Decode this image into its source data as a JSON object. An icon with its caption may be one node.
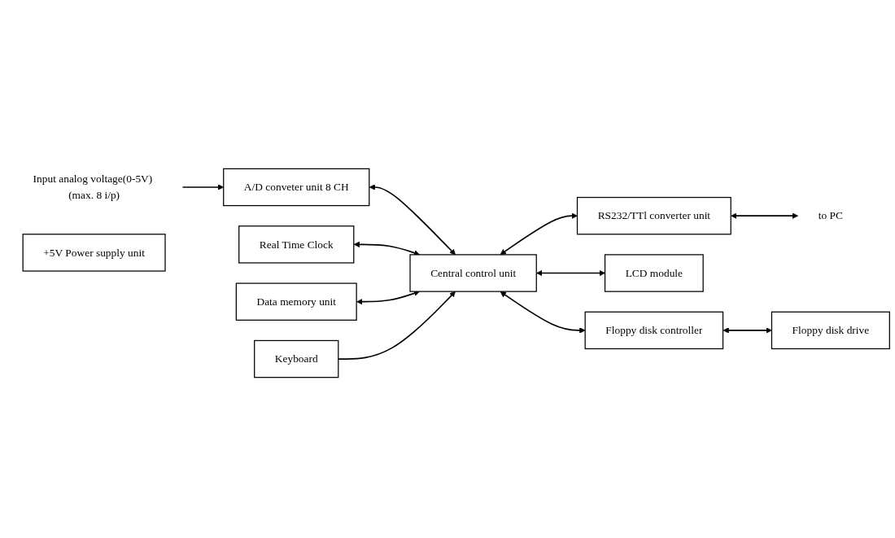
{
  "diagram": {
    "nodes": [
      {
        "text": [
          "Input analog voltage(0-5V) (max. 8 i/p)"
        ]
      },
      {
        "text": [
          "A/D conveter unit 8 CH"
        ]
      },
      {
        "text": [
          "Central control unit"
        ]
      },
      {
        "text": [
          "RS232/TTl converter unit"
        ]
      },
      {
        "text": [
          "to PC"
        ]
      },
      {
        "text": [
          "Real Time Clock"
        ]
      },
      {
        "text": [
          "LCD module"
        ]
      },
      {
        "text": [
          "+5V Power supply unit"
        ]
      },
      {
        "text": [
          "Data memory unit"
        ]
      },
      {
        "text": [
          "Floppy disk controller"
        ]
      },
      {
        "text": [
          "Floppy disk drive"
        ]
      },
      {
        "text": [
          "Keyboard"
        ]
      }
    ],
    "edges": [
      {
        "from": 0,
        "to": 1,
        "arrow": "to"
      },
      {
        "from": 1,
        "to": 2,
        "arrow": "both"
      },
      {
        "from": 2,
        "to": 3,
        "arrow": "both"
      },
      {
        "from": 3,
        "to": 4,
        "arrow": "both"
      },
      {
        "from": 5,
        "to": 2,
        "arrow": "both"
      },
      {
        "from": 2,
        "to": 6,
        "arrow": "both"
      },
      {
        "from": 8,
        "to": 2,
        "arrow": "both"
      },
      {
        "from": 2,
        "to": 9,
        "arrow": "both"
      },
      {
        "from": 9,
        "to": 10,
        "arrow": "both"
      },
      {
        "from": 11,
        "to": 2,
        "arrow": "to"
      }
    ]
  }
}
